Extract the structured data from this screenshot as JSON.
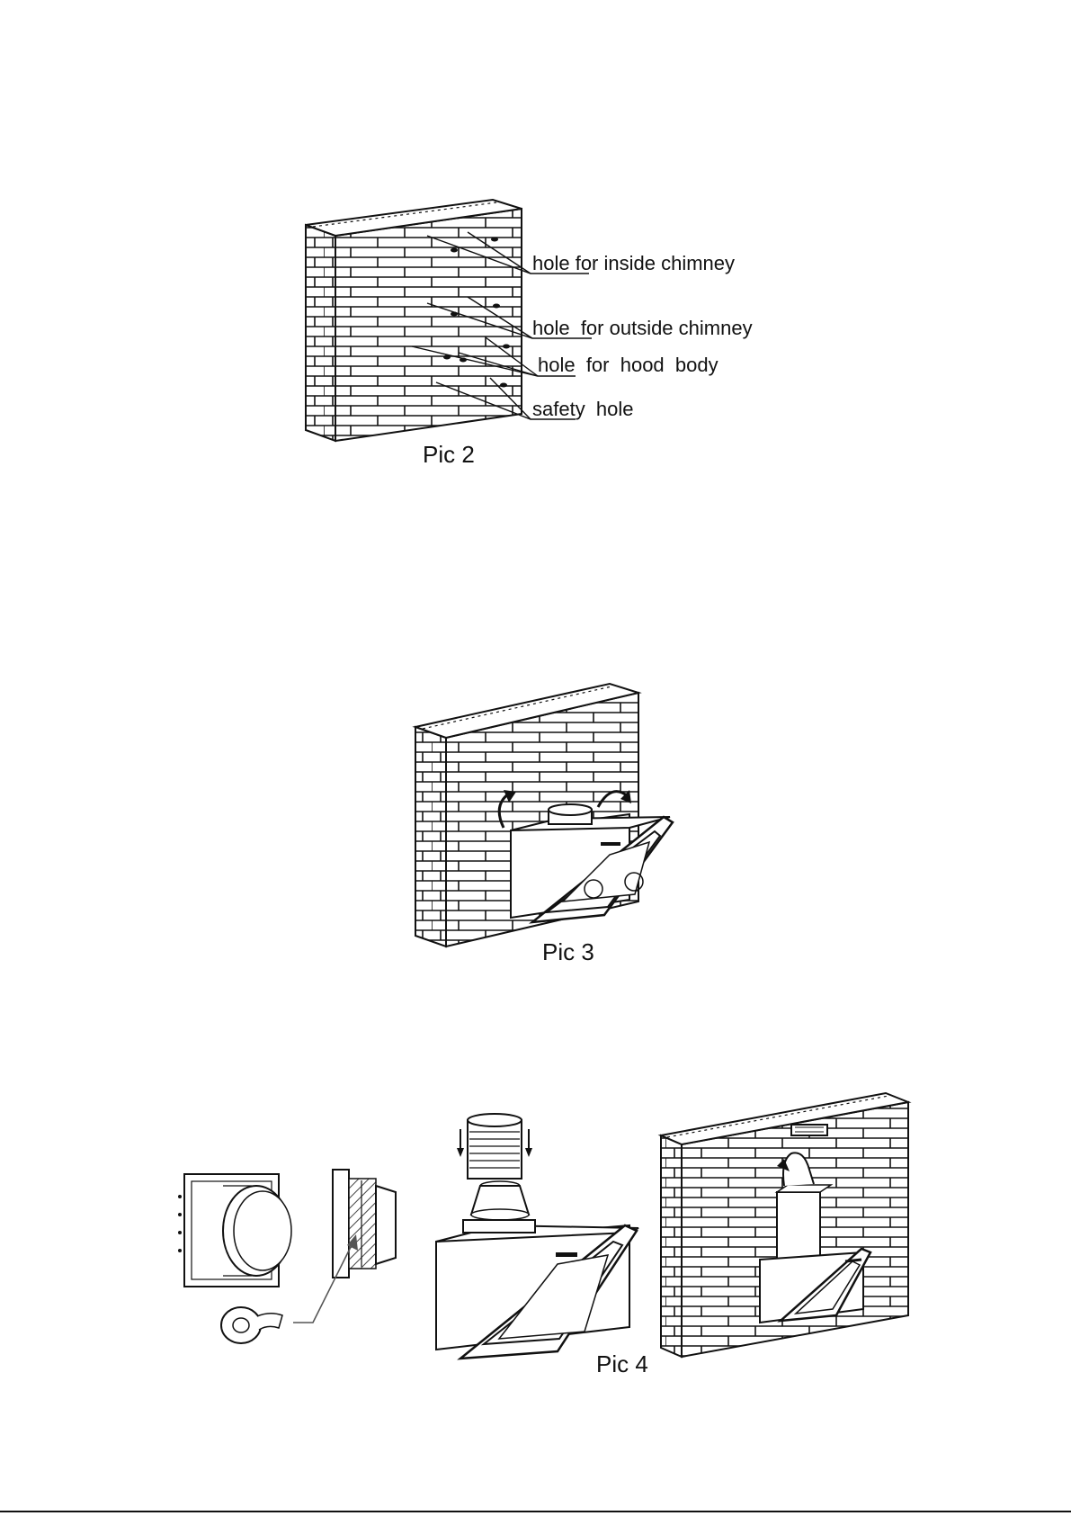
{
  "pic2": {
    "labels": [
      "hole for inside chimney",
      "hole  for outside chimney",
      "hole  for  hood  body",
      "safety  hole"
    ],
    "caption": "Pic 2"
  },
  "pic3": {
    "caption": "Pic 3"
  },
  "pic4": {
    "caption": "Pic 4"
  }
}
